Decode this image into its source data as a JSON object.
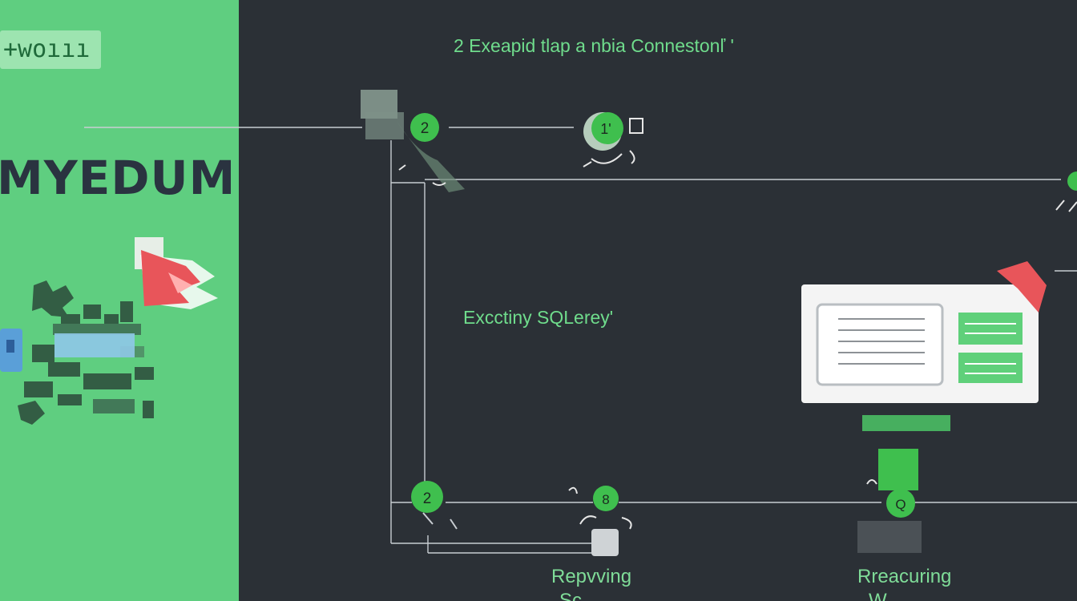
{
  "sidebar": {
    "badge_text": "+woııı",
    "brand": "MYEDUM",
    "bg_color": "#5fce80"
  },
  "diagram": {
    "title": "2 Exeapid tlap a nbia Connestonľ '",
    "middle_label": "Excctiny SQLerey'",
    "bottom_left_label": [
      "Repvving",
      "Sc..."
    ],
    "bottom_right_label": [
      "Rreacuring",
      "W..."
    ],
    "nodes": [
      {
        "number": "2",
        "icon": "step-circle"
      },
      {
        "number": "1'",
        "icon": "step-circle"
      },
      {
        "number": "2",
        "icon": "step-circle"
      },
      {
        "number": "8",
        "icon": "step-circle"
      },
      {
        "number": "Q",
        "icon": "step-circle"
      }
    ],
    "accent_color": "#3fbf4e",
    "line_color": "#c8cdd2",
    "bg_color": "#2b3036"
  }
}
